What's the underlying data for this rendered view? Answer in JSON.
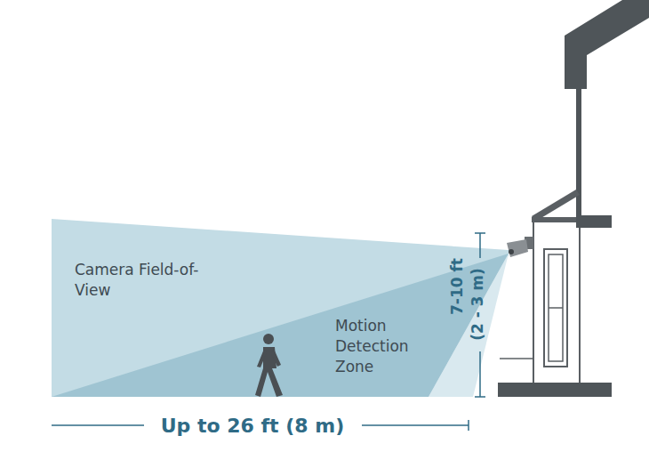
{
  "diagram": {
    "nodes": [
      {
        "text": [
          "Camera Field-of-View"
        ]
      },
      {
        "text": [
          "Motion Detection Zone"
        ]
      }
    ],
    "labels": [
      "7-10 ft",
      "(2 - 3 m)",
      "Up to 26 ft (8 m)"
    ]
  }
}
